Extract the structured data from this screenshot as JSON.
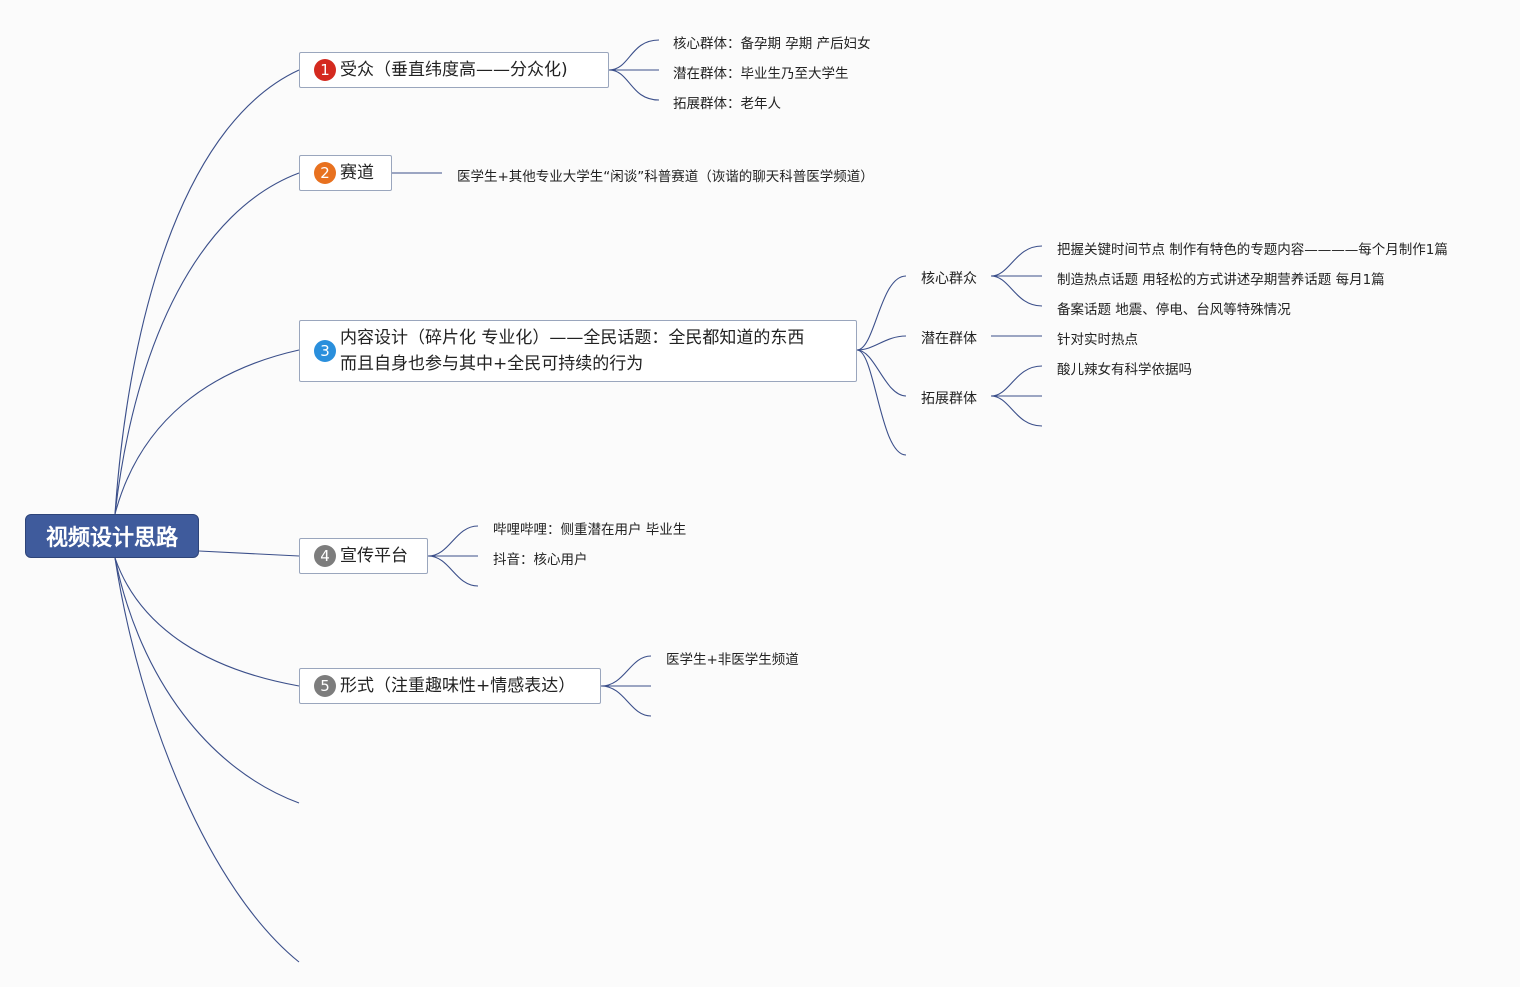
{
  "root": {
    "label": "视频设计思路",
    "color": "#3f5b9c"
  },
  "topics": [
    {
      "num": "1",
      "label": "受众（垂直纬度高——分众化)",
      "badge_color": "#d42a1f",
      "children": [
        "核心群体：备孕期 孕期 产后妇女",
        "潜在群体：毕业生乃至大学生",
        "拓展群体：老年人"
      ]
    },
    {
      "num": "2",
      "label": "赛道",
      "badge_color": "#e8711f",
      "children": [
        "医学生+其他专业大学生“闲谈”科普赛道（诙谐的聊天科普医学频道）"
      ]
    },
    {
      "num": "3",
      "label_line1": "内容设计（碎片化 专业化）——全民话题：全民都知道的东西",
      "label_line2": "而且自身也参与其中+全民可持续的行为",
      "badge_color": "#2a8fdc",
      "subs": [
        {
          "label": "核心群众",
          "children": [
            "把握关键时间节点 制作有特色的专题内容————每个月制作1篇",
            "制造热点话题 用轻松的方式讲述孕期营养话题 每月1篇",
            "备案话题 地震、停电、台风等特殊情况"
          ]
        },
        {
          "label": "潜在群体",
          "children": [
            "针对实时热点"
          ]
        },
        {
          "label": "拓展群体",
          "children": [
            "酸儿辣女有科学依据吗"
          ]
        }
      ]
    },
    {
      "num": "4",
      "label": "宣传平台",
      "badge_color": "#7d7d7d",
      "children": [
        "哔哩哔哩：侧重潜在用户 毕业生",
        "抖音：核心用户"
      ]
    },
    {
      "num": "5",
      "label": "形式（注重趣味性+情感表达）",
      "badge_color": "#7d7d7d",
      "children": [
        "医学生+非医学生频道"
      ]
    }
  ],
  "line_color": "#3b4f8a"
}
